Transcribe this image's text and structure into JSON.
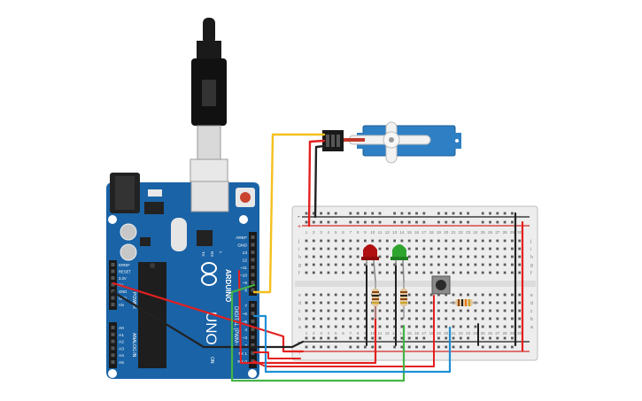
{
  "arduino": {
    "brand": "ARDUINO",
    "model": "UNO",
    "power_header_labels": [
      "IOREF",
      "RESET",
      "3.3V",
      "5V",
      "GND",
      "GND",
      "Vin"
    ],
    "power_section_label": "POWER",
    "analog_labels": [
      "A0",
      "A1",
      "A2",
      "A3",
      "A4",
      "A5"
    ],
    "analog_section_label": "ANALOG IN",
    "digital_top_labels": [
      "AREF",
      "GND",
      "13",
      "12",
      "~11",
      "~10",
      "~9",
      "8"
    ],
    "digital_bottom_labels": [
      "7",
      "~6",
      "~5",
      "4",
      "~3",
      "2",
      "TX 1",
      "RX 0"
    ],
    "digital_section_label": "DIGITAL (PWM~)",
    "led_labels": [
      "TX",
      "RX",
      "L"
    ],
    "on_label": "ON"
  },
  "breadboard": {
    "row_letters_top": [
      "j",
      "i",
      "h",
      "g",
      "f"
    ],
    "row_letters_bottom": [
      "e",
      "d",
      "c",
      "b",
      "a"
    ],
    "column_numbers": [
      "1",
      "2",
      "3",
      "4",
      "5",
      "6",
      "7",
      "8",
      "9",
      "10",
      "11",
      "12",
      "13",
      "14",
      "15",
      "16",
      "17",
      "18",
      "19",
      "20",
      "21",
      "22",
      "23",
      "24",
      "25",
      "26",
      "27",
      "28",
      "29",
      "30"
    ],
    "rail_plus": "+",
    "rail_minus": "-"
  },
  "components": {
    "led_red_color": "#b01010",
    "led_green_color": "#2fa52f",
    "servo_color": "#2e7fc4",
    "board_color": "#1a63a6"
  },
  "wires": {
    "red": "#e32020",
    "black": "#222222",
    "yellow": "#f4c01e",
    "green": "#44b545",
    "blue": "#1e8fd6"
  }
}
